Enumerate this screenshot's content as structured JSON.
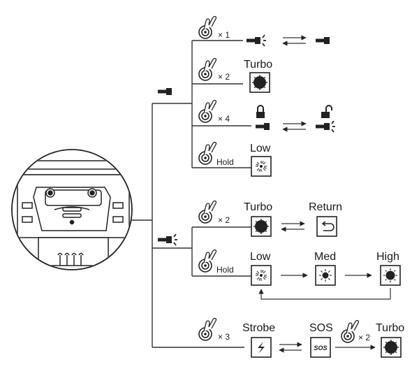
{
  "diagram": {
    "branch_a": {
      "click_1": {
        "count": "× 1"
      },
      "click_2": {
        "count": "× 2",
        "mode": "Turbo"
      },
      "click_4": {
        "count": "× 4"
      },
      "hold": {
        "count": "Hold",
        "mode": "Low"
      }
    },
    "branch_b": {
      "click_2": {
        "count": "× 2",
        "mode": "Turbo",
        "return": "Return"
      },
      "hold": {
        "count": "Hold",
        "modes": [
          "Low",
          "Med",
          "High"
        ]
      }
    },
    "branch_c": {
      "click_3": {
        "count": "× 3",
        "modes": [
          "Strobe",
          "SOS",
          "Turbo"
        ],
        "sos_icon_text": "SOS",
        "click_2_count": "× 2"
      }
    },
    "icons": [
      "hand-press-icon",
      "flashlight-off-icon",
      "flashlight-on-icon",
      "lock-icon",
      "unlock-icon",
      "turbo-icon",
      "low-icon",
      "med-icon",
      "high-icon",
      "return-icon",
      "strobe-icon",
      "sos-icon"
    ]
  }
}
